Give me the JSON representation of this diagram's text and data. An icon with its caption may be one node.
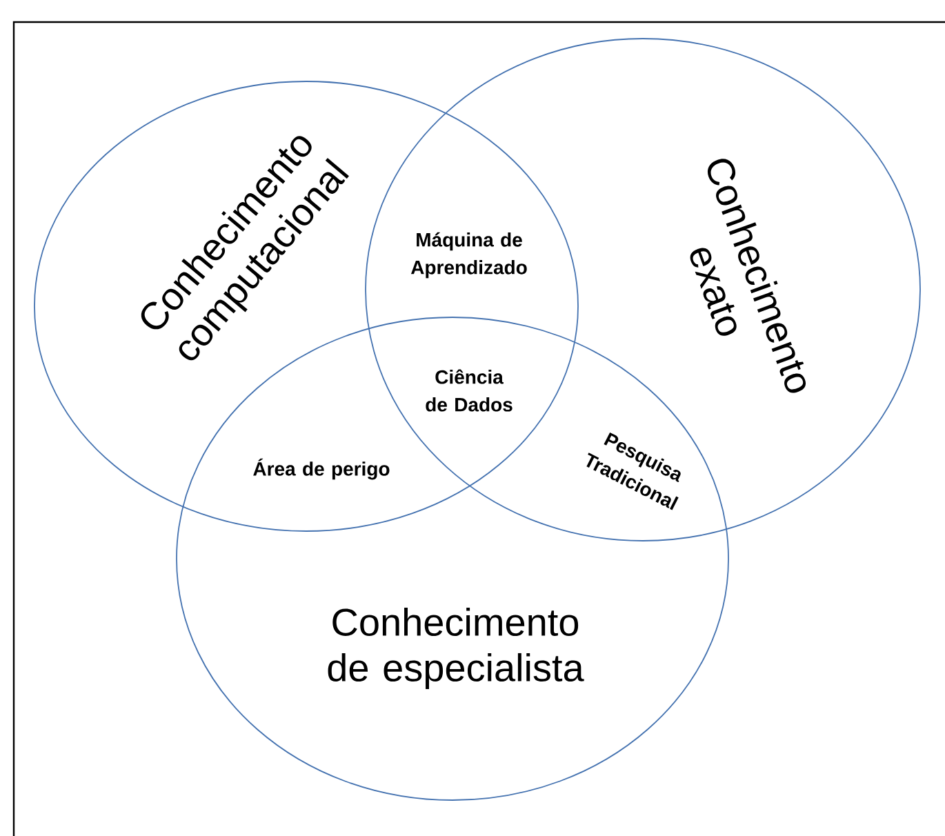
{
  "diagram": {
    "nodes": [
      {
        "text": [
          "Conhecimento computacional"
        ]
      },
      {
        "text": [
          "Conhecimento exato"
        ]
      },
      {
        "text": [
          "Conhecimento de especialista"
        ]
      }
    ],
    "labels": [
      "Máquina de Aprendizado",
      "Ciência de Dados",
      "Área de perigo",
      "Pesquisa Tradicional"
    ]
  }
}
